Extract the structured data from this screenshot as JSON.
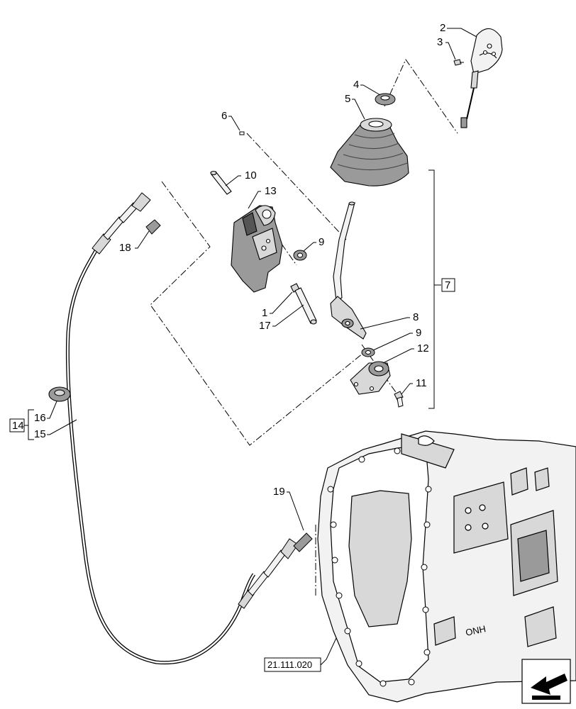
{
  "callouts": {
    "c1": "1",
    "c2": "2",
    "c3": "3",
    "c4": "4",
    "c5": "5",
    "c6": "6",
    "c7": "7",
    "c8": "8",
    "c9a": "9",
    "c9b": "9",
    "c10": "10",
    "c11": "11",
    "c12": "12",
    "c13": "13",
    "c14": "14",
    "c15": "15",
    "c16": "16",
    "c17": "17",
    "c18": "18",
    "c19": "19"
  },
  "reference": {
    "label": "21.111.020"
  },
  "casting_mark": "ONH",
  "icons": {
    "nav": "arrow-icon"
  },
  "colors": {
    "line": "#000000",
    "fill_light": "#f2f2f2",
    "fill_mid": "#d8d8d8",
    "fill_dark": "#9a9a9a"
  }
}
